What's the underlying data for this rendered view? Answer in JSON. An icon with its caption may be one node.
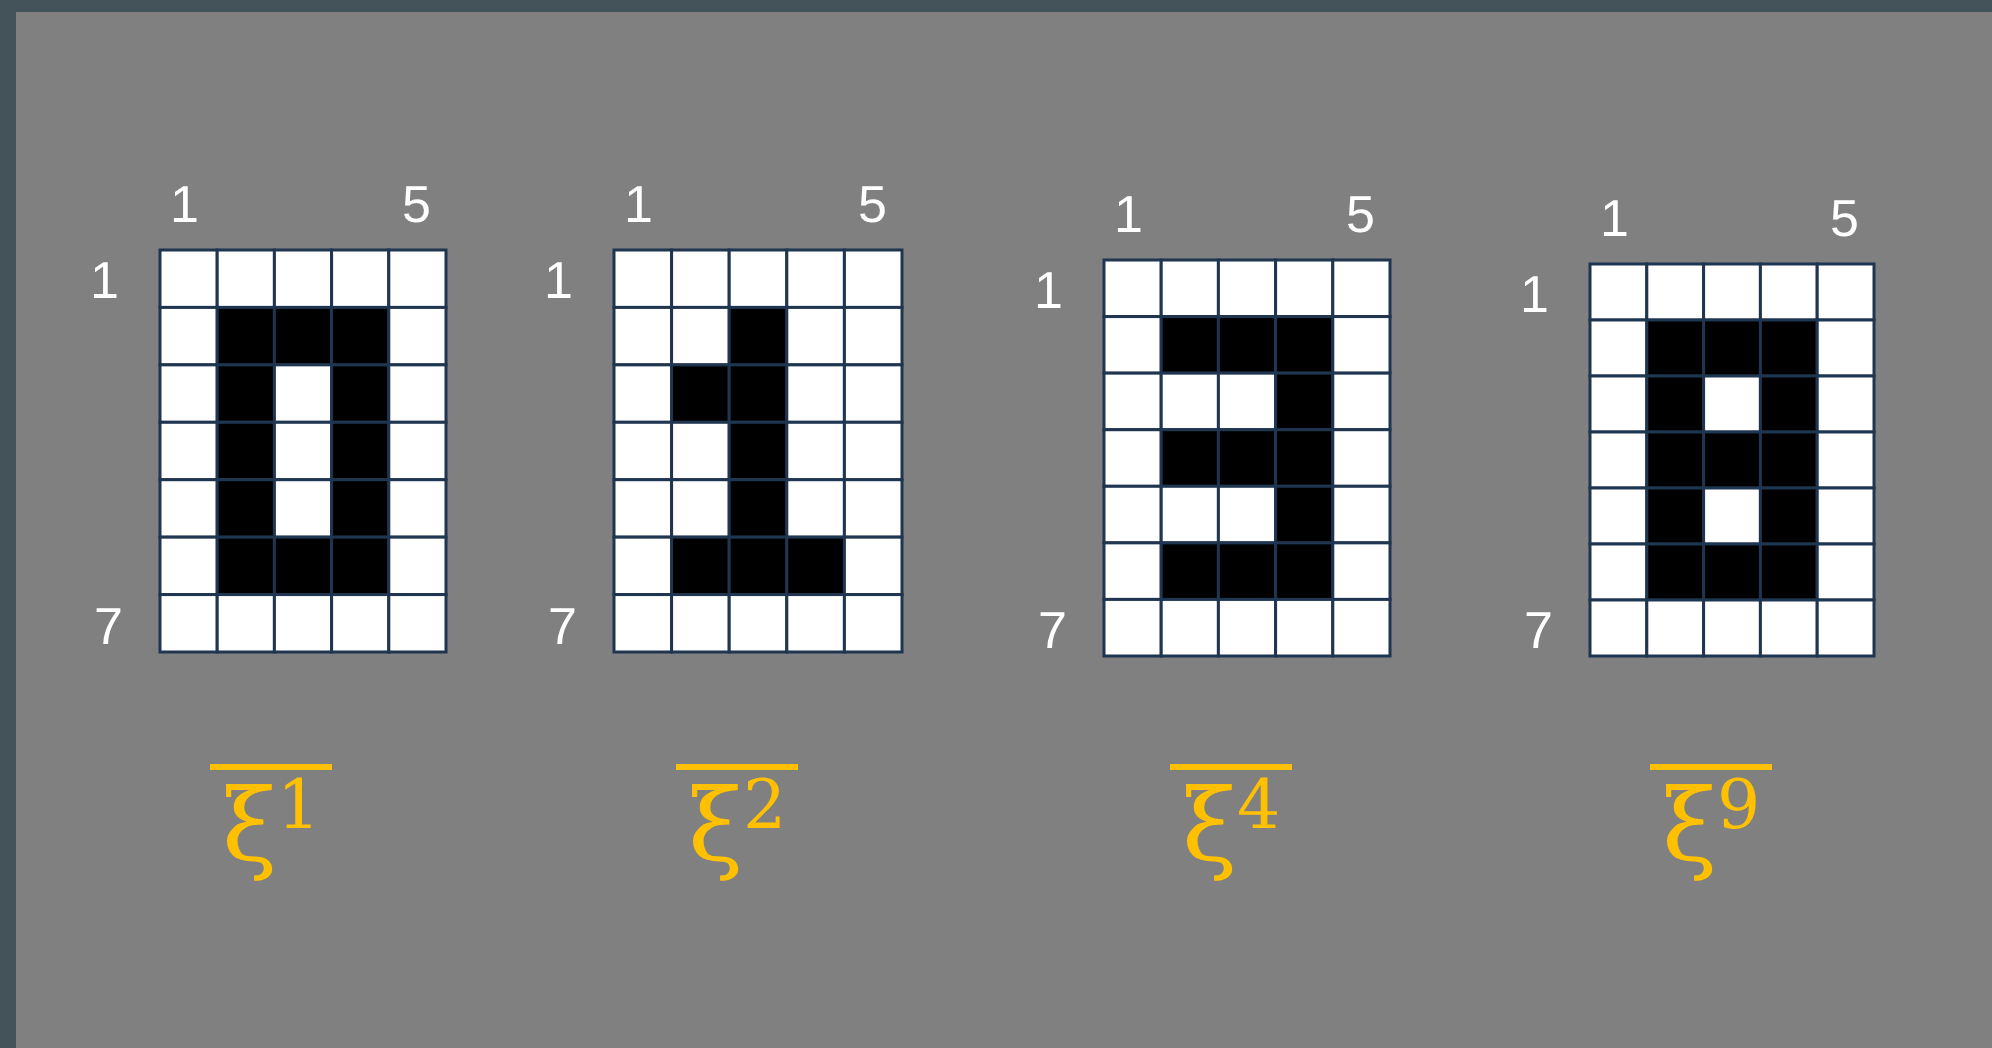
{
  "diagram": {
    "labels": [
      "1",
      "5",
      "1",
      "5",
      "1",
      "5",
      "1",
      "5",
      "1",
      "1",
      "1",
      "1",
      "7",
      "7",
      "7",
      "7",
      "ξ$^{1}$",
      "ξ$^{2}$",
      "ξ$^{4}$",
      "ξ$^{9}$"
    ]
  }
}
